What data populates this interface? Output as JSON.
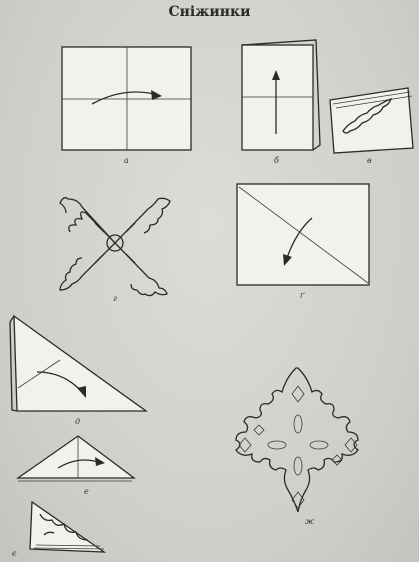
{
  "title": "Сніжинки",
  "figure_labels": [
    "а",
    "б",
    "в",
    "г",
    "ґ",
    "д",
    "е",
    "є",
    "ж"
  ]
}
